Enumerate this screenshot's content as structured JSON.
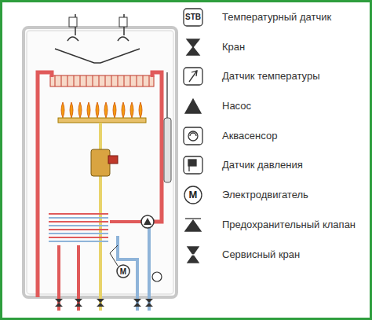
{
  "diagram": {
    "labels": [
      "STB",
      "M",
      "M"
    ],
    "legend": [
      {
        "text": "Температурный датчик"
      },
      {
        "text": "Кран"
      },
      {
        "text": "Датчик температуры"
      },
      {
        "text": "Насос"
      },
      {
        "text": "Аквасенсор"
      },
      {
        "text": "Датчик давления"
      },
      {
        "text": "Электродвигатель"
      },
      {
        "text": "Предохранительный клапан"
      },
      {
        "text": "Сервисный кран"
      }
    ]
  }
}
